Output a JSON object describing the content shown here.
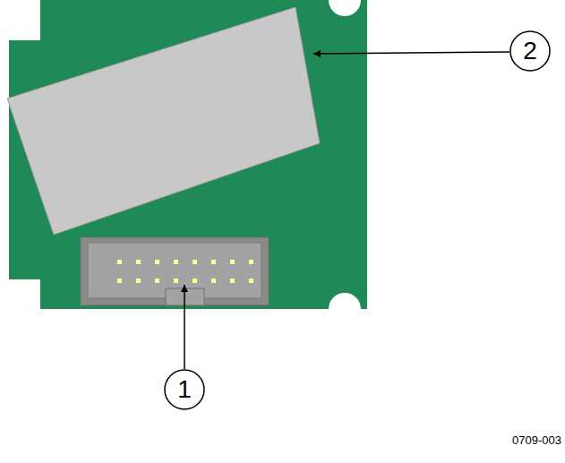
{
  "diagram": {
    "labels": [
      "2",
      "1",
      "0709-003"
    ]
  }
}
